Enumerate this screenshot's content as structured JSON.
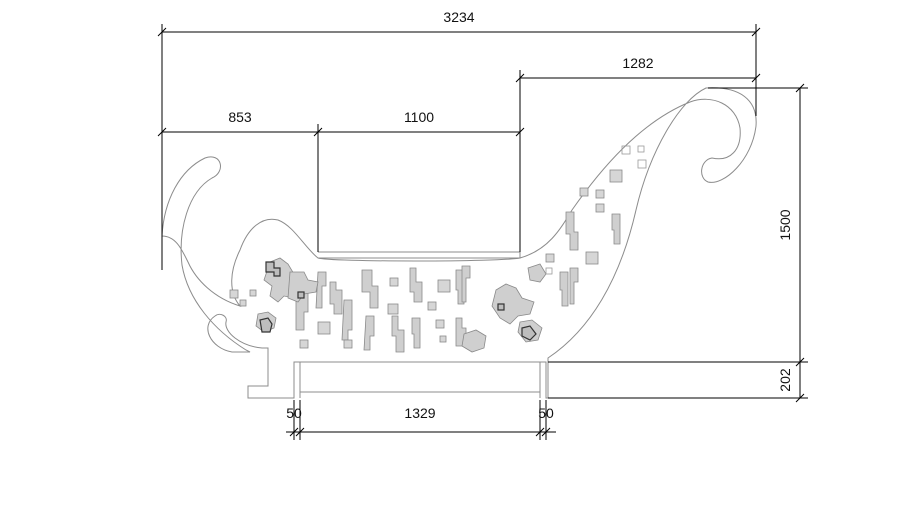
{
  "dimensions": {
    "overall_width": "3234",
    "left_offset": "853",
    "middle_opening": "1100",
    "right_offset": "1282",
    "height_main": "1500",
    "height_base": "202",
    "base_left_margin": "50",
    "base_length": "1329",
    "base_right_margin": "50"
  },
  "colors": {
    "outline": "#8c8c8c",
    "dimension_line": "#000000",
    "pattern_fill": "#cfcfcf"
  }
}
